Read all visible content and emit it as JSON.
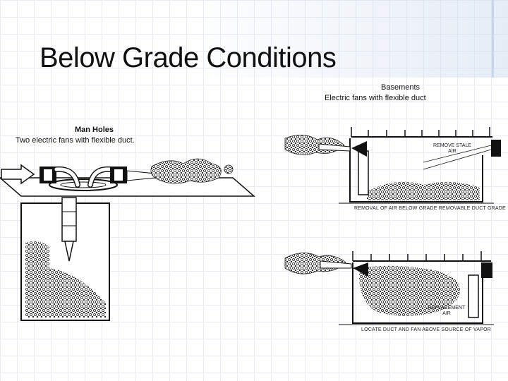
{
  "slide": {
    "title": "Below Grade Conditions"
  },
  "manholes": {
    "heading": "Man Holes",
    "subheading": "Two electric fans with flexible duct."
  },
  "basements": {
    "heading": "Basements",
    "subheading": "Electric fans with flexible duct",
    "top_caption": "REMOVAL OF AIR BELOW GRADE REMOVABLE DUCT GRADE",
    "top_label_line1": "REMOVE STALE",
    "top_label_line2": "AIR",
    "bottom_label_line1": "REPLACEMENT",
    "bottom_label_line2": "AIR",
    "bottom_caption": "LOCATE DUCT AND FAN ABOVE SOURCE OF VAPOR"
  },
  "colors": {
    "line": "#111111",
    "grid": "#e6ebf4",
    "accent": "#c9d6ea"
  }
}
